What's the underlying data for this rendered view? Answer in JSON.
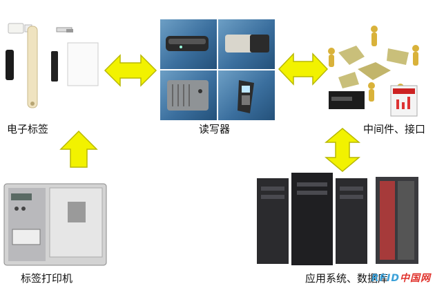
{
  "labels": {
    "tags": "电子标签",
    "reader": "读写器",
    "middleware": "中间件、接口",
    "printer": "标签打印机",
    "system": "应用系统、数据库"
  },
  "watermark": {
    "prefix": "RFID",
    "suffix": "中国网"
  },
  "colors": {
    "arrow_fill": "#f2f200",
    "arrow_stroke": "#b8b800",
    "tile_bg": "#3b6f9e",
    "figure_gold": "#d9b23a"
  }
}
